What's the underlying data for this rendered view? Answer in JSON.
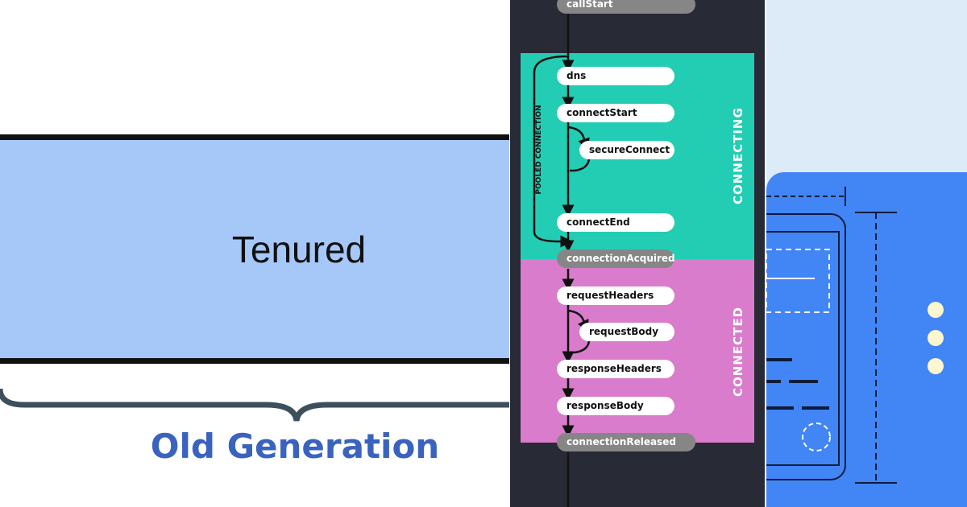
{
  "left_panel": {
    "tenured_label": "Tenured",
    "old_generation_label": "Old Generation",
    "colors": {
      "tenured_fill": "#a6c8f8",
      "label_blue": "#3a63c0",
      "border": "#111111"
    }
  },
  "middle_panel": {
    "zones": {
      "connecting": "CONNECTING",
      "connected": "CONNECTED"
    },
    "pooled_connection_label": "POOLED CONNECTION",
    "events": [
      "callStart",
      "dns",
      "connectStart",
      "secureConnect",
      "connectEnd",
      "connectionAcquired",
      "requestHeaders",
      "requestBody",
      "responseHeaders",
      "responseBody",
      "connectionReleased"
    ],
    "colors": {
      "background": "#282a36",
      "connecting": "#23cdb4",
      "connected": "#d97ccb",
      "gray_event": "#868686"
    }
  },
  "right_panel": {
    "colors": {
      "background": "#ddebf9",
      "card": "#4285f4",
      "dots": "#fdf6cf"
    }
  }
}
